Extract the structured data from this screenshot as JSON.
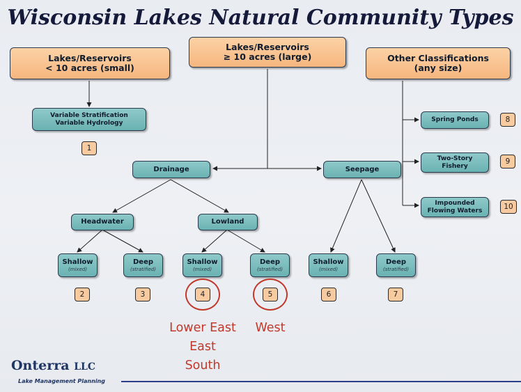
{
  "title": "Wisconsin Lakes Natural Community Types",
  "top": {
    "small": {
      "line1": "Lakes/Reservoirs",
      "line2": "< 10 acres (small)"
    },
    "large": {
      "line1": "Lakes/Reservoirs",
      "line2": "≥ 10 acres (large)"
    },
    "other": {
      "line1": "Other Classifications",
      "line2": "(any size)"
    }
  },
  "variable": {
    "line1": "Variable Stratification",
    "line2": "Variable Hydrology"
  },
  "drainage": "Drainage",
  "seepage": "Seepage",
  "headwater": "Headwater",
  "lowland": "Lowland",
  "leaves": [
    {
      "name": "Shallow",
      "sub": "(mixed)"
    },
    {
      "name": "Deep",
      "sub": "(stratified)"
    },
    {
      "name": "Shallow",
      "sub": "(mixed)"
    },
    {
      "name": "Deep",
      "sub": "(stratified)"
    },
    {
      "name": "Shallow",
      "sub": "(mixed)"
    },
    {
      "name": "Deep",
      "sub": "(stratified)"
    }
  ],
  "other_items": [
    {
      "line1": "Spring Ponds",
      "line2": ""
    },
    {
      "line1": "Two-Story",
      "line2": "Fishery"
    },
    {
      "line1": "Impounded",
      "line2": "Flowing Waters"
    }
  ],
  "numbers": [
    "1",
    "2",
    "3",
    "4",
    "5",
    "6",
    "7",
    "8",
    "9",
    "10"
  ],
  "annotations": {
    "lowland_shallow": [
      "Lower East",
      "East",
      "South"
    ],
    "lowland_deep": [
      "West"
    ]
  },
  "logo": {
    "name": "Onterra",
    "suffix": "LLC",
    "tagline": "Lake Management Planning"
  },
  "colors": {
    "box_orange": "#f6b67f",
    "box_teal": "#6ab2b3",
    "highlight_red": "#c0392b",
    "footer_blue": "#2c3e8a"
  }
}
